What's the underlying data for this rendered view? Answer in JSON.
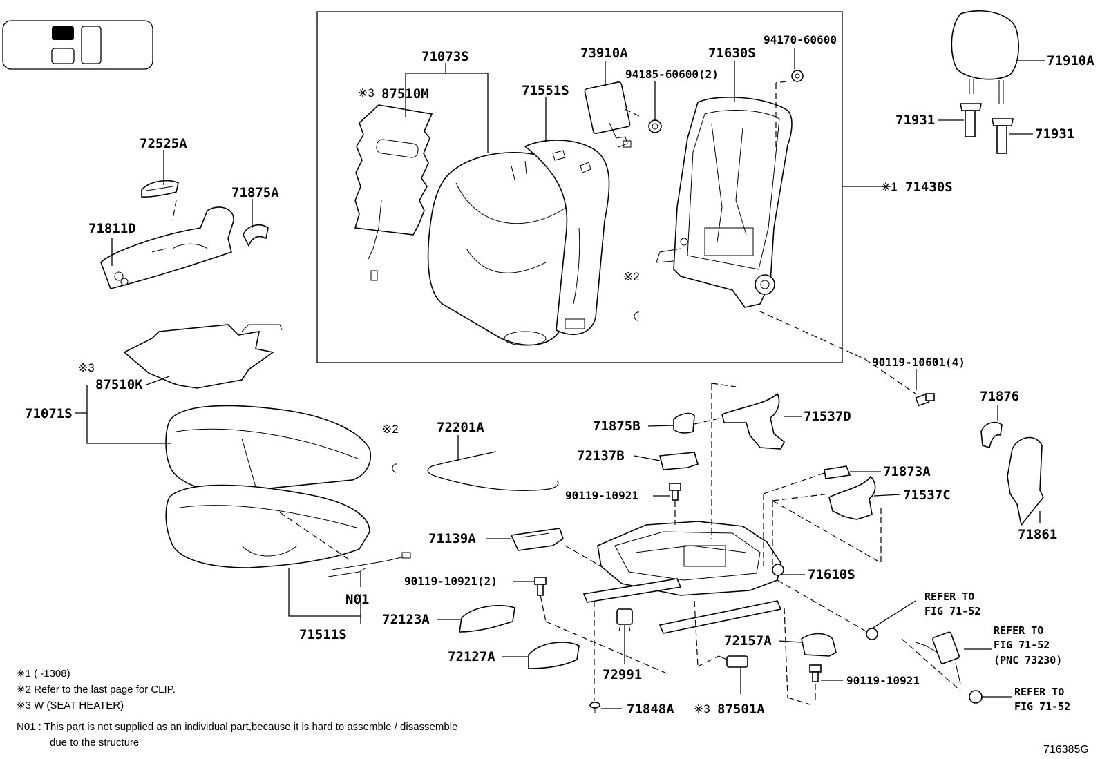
{
  "labels": {
    "p71073S": "71073S",
    "p87510M": "87510M",
    "p71551S": "71551S",
    "p73910A": "73910A",
    "p94185": "94185-60600(2)",
    "p71630S": "71630S",
    "p94170": "94170-60600",
    "p71910A": "71910A",
    "p71931a": "71931",
    "p71931b": "71931",
    "p71430S": "71430S",
    "p72525A": "72525A",
    "p71875A": "71875A",
    "p71811D": "71811D",
    "p87510K": "87510K",
    "p71071S": "71071S",
    "p72201A": "72201A",
    "p71875B": "71875B",
    "p71537D": "71537D",
    "p72137B": "72137B",
    "p90119_10601": "90119-10601(4)",
    "p71876": "71876",
    "p71873A": "71873A",
    "p71537C": "71537C",
    "p90119_10921a": "90119-10921",
    "p71861": "71861",
    "p71139A": "71139A",
    "p71610S": "71610S",
    "p90119_10921_2": "90119-10921(2)",
    "p72123A": "72123A",
    "pN01": "N01",
    "p71511S": "71511S",
    "p72127A": "72127A",
    "p72157A": "72157A",
    "p72991": "72991",
    "p90119_10921b": "90119-10921",
    "p71848A": "71848A",
    "p87501A": "87501A"
  },
  "marks": {
    "m1": "※1",
    "m2a": "※2",
    "m2b": "※2",
    "m3a": "※3",
    "m3b": "※3",
    "m3c": "※3"
  },
  "refs": {
    "r1a": "REFER TO",
    "r1b": "FIG 71-52",
    "r2a": "REFER TO",
    "r2b": "FIG 71-52",
    "r2c": "(PNC 73230)",
    "r3a": "REFER TO",
    "r3b": "FIG 71-52"
  },
  "notes": {
    "n1": "※1 (       -1308)",
    "n2": "※2 Refer to the last page for CLIP.",
    "n3": "※3 W (SEAT HEATER)",
    "n4a": "N01 : This part is not supplied as an individual part,because it is hard to assemble / disassemble",
    "n4b": "due to the structure"
  },
  "figure_id": "716385G"
}
